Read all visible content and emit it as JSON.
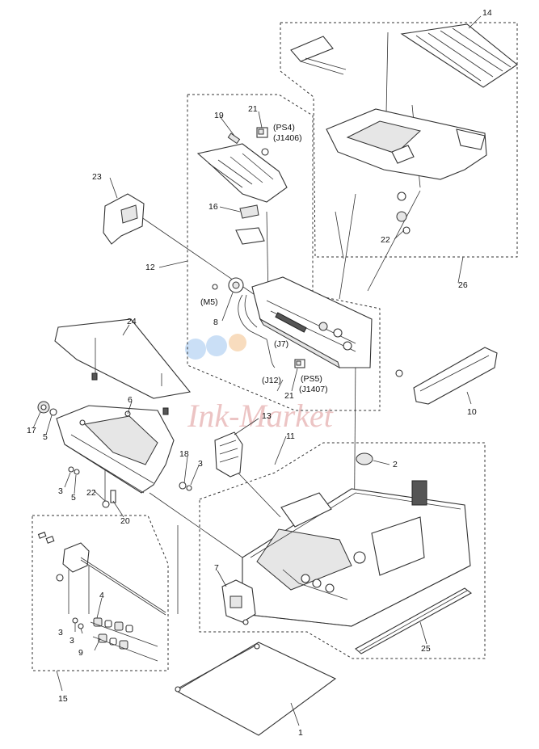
{
  "watermark": {
    "text": "Ink-Market",
    "text_color": "#e8b6b6",
    "dot_color_1": "#9ec4ee",
    "dot_color_2": "#f3c089"
  },
  "callouts": {
    "c1": "1",
    "c2": "2",
    "c3a": "3",
    "c3b": "3",
    "c3c": "3",
    "c3d": "3",
    "c4": "4",
    "c5a": "5",
    "c5b": "5",
    "c6": "6",
    "c7": "7",
    "c8": "8",
    "c9": "9",
    "c10": "10",
    "c11": "11",
    "c12": "12",
    "c13": "13",
    "c14": "14",
    "c15": "15",
    "c16": "16",
    "c17": "17",
    "c18": "18",
    "c19": "19",
    "c20": "20",
    "c21a": "21",
    "c21b": "21",
    "c22a": "22",
    "c22b": "22",
    "c23": "23",
    "c24": "24",
    "c25": "25",
    "c26": "26"
  },
  "connectors": {
    "ps4": "(PS4)",
    "j1406": "(J1406)",
    "ps5": "(PS5)",
    "j1407": "(J1407)",
    "j7": "(J7)",
    "j12": "(J12)",
    "m5": "(M5)"
  }
}
